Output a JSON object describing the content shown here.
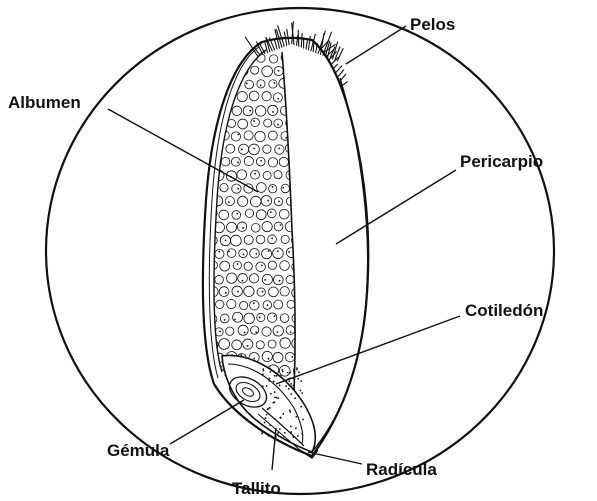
{
  "labels": {
    "pelos": "Pelos",
    "albumen": "Albumen",
    "pericarpio": "Pericarpio",
    "cotiledon": "Cotiledón",
    "gemula": "Gémula",
    "radicula": "Radícula",
    "tallito": "Tallito"
  },
  "colors": {
    "ink": "#111111",
    "background": "#ffffff"
  }
}
